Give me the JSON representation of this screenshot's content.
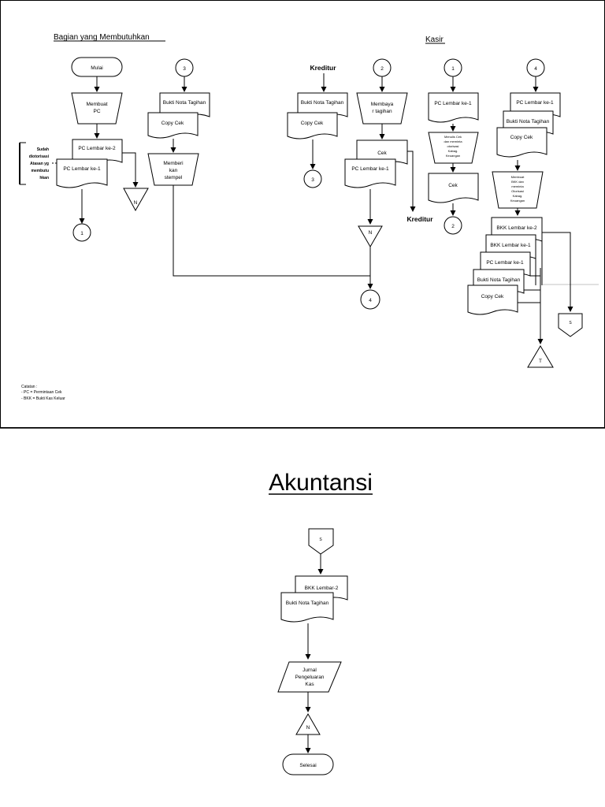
{
  "page1": {
    "heading_left": "Bagian yang Membutuhkan",
    "heading_right": "Kasir",
    "note_lines": [
      "Sudah",
      "diotorisasi",
      "Atasan yg",
      "membutu",
      "hkan"
    ],
    "catatan": [
      "Catatan :",
      "- PC = Permintaan Cek",
      "- BKK = Bukti Kas Keluar"
    ],
    "left": {
      "start": "Mulai",
      "manual_pc": [
        "Membuat",
        "PC"
      ],
      "pc2": "PC Lembar ke-2",
      "pc1": "PC Lembar ke-1",
      "conn_1": "1",
      "file_n": "N",
      "conn_3": "3",
      "bukti_nota": "Bukti Nota Tagihan",
      "copy_cek": "Copy Cek",
      "stempel": [
        "Memberi",
        "kan",
        "stempel"
      ]
    },
    "kreditur": {
      "label": "Kreditur",
      "bukti_nota": "Bukti Nota Tagihan",
      "copy_cek": "Copy Cek",
      "conn_3": "3",
      "conn_2": "2",
      "membayar": [
        "Membaya",
        "r tagihan"
      ],
      "cek": "Cek",
      "pc1": "PC Lembar ke-1",
      "label2": "Kreditur",
      "file_n": "N",
      "conn_4": "4"
    },
    "kasir": {
      "conn_1": "1",
      "pc1": "PC Lembar ke-1",
      "menulis": [
        "Menulis Cek",
        "dan meminta",
        "otorisasi",
        "Kabag.",
        "Keuangan"
      ],
      "cek": "Cek",
      "conn_2": "2",
      "conn_4": "4",
      "pc1b": "PC Lembar ke-1",
      "bukti_nota": "Bukti Nota Tagihan",
      "copy_cek": "Copy Cek",
      "membuat_bkk": [
        "Membuat",
        "BKK dan",
        "meminta",
        "Otorisasi",
        "Kabag.",
        "Keuangan"
      ],
      "bkk2": "BKK Lembar ke-2",
      "bkk1": "BKK Lembar ke-1",
      "pc1c": "PC Lembar ke-1",
      "bukti_nota2": "Bukti Nota Tagihan",
      "copy_cek2": "Copy Cek",
      "conn_s": "S",
      "file_t": "T"
    }
  },
  "page2": {
    "title": "Akuntansi",
    "conn_s": "S",
    "bkk2": "BKK Lembar-2",
    "bukti_nota": "Bukti Nota Tagihan",
    "jurnal": [
      "Jurnal",
      "Pengeluaran",
      "Kas"
    ],
    "file_n": "N",
    "end": "Selesai"
  }
}
